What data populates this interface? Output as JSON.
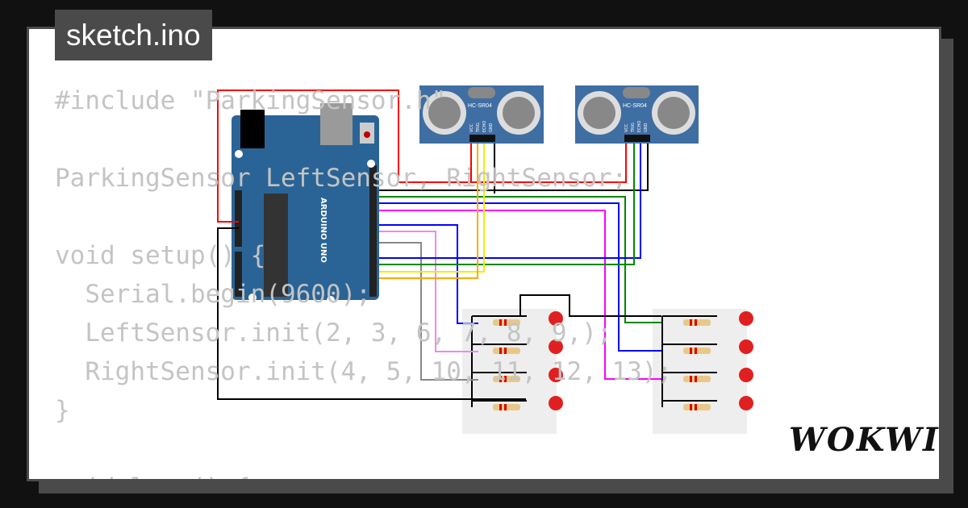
{
  "file_tab": {
    "label": "sketch.ino"
  },
  "code_lines": [
    "#include \"ParkingSensor.h\"",
    "",
    "ParkingSensor LeftSensor, RightSensor;",
    "",
    "void setup() {",
    "  Serial.begin(9600);",
    "  LeftSensor.init(2, 3, 6, 7, 8, 9,);",
    "  RightSensor.init(4, 5, 10, 11, 12, 13);",
    "}",
    "",
    "void loop() {"
  ],
  "diagram": {
    "board_label": "ARDUINO UNO",
    "sensor_label": "HC-SR04",
    "sensor_pins": [
      "VCC",
      "TRIG",
      "ECHO",
      "GND"
    ],
    "colors": {
      "board": "#2a6496",
      "sensor": "#3f6ea3",
      "led": "#e02020"
    }
  },
  "brand": {
    "logo": "WOKWI"
  }
}
